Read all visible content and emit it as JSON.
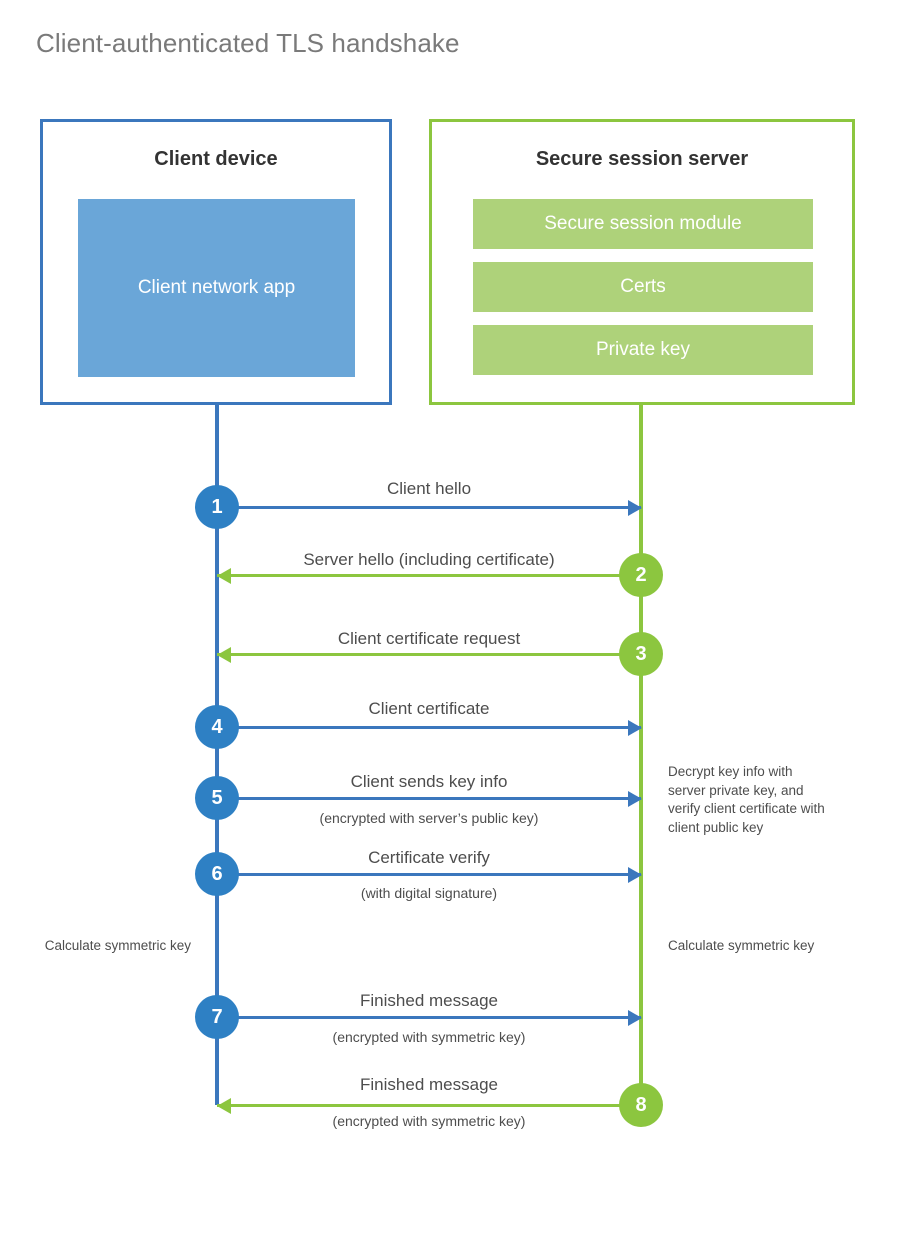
{
  "title": "Client-authenticated TLS handshake",
  "colors": {
    "client_border": "#3b77bd",
    "client_fill": "#6aa6d8",
    "client_circle": "#2e80c4",
    "server_border": "#8cc63f",
    "server_fill": "#aed27a",
    "server_circle": "#8cc63f",
    "title_text": "#7a7a7a",
    "body_text": "#4d4d4d",
    "heading_text": "#333333",
    "background": "#ffffff"
  },
  "client": {
    "title": "Client device",
    "app_label": "Client network app"
  },
  "server": {
    "title": "Secure session server",
    "blocks": [
      {
        "label": "Secure session module"
      },
      {
        "label": "Certs"
      },
      {
        "label": "Private key"
      }
    ]
  },
  "messages": [
    {
      "number": "1",
      "label": "Client hello",
      "sublabel": "",
      "direction": "to-server",
      "origin": "client"
    },
    {
      "number": "2",
      "label": "Server hello (including certificate)",
      "sublabel": "",
      "direction": "to-client",
      "origin": "server"
    },
    {
      "number": "3",
      "label": "Client certificate request",
      "sublabel": "",
      "direction": "to-client",
      "origin": "server"
    },
    {
      "number": "4",
      "label": "Client certificate",
      "sublabel": "",
      "direction": "to-server",
      "origin": "client"
    },
    {
      "number": "5",
      "label": "Client sends key info",
      "sublabel": "(encrypted with server’s public key)",
      "direction": "to-server",
      "origin": "client"
    },
    {
      "number": "6",
      "label": "Certificate verify",
      "sublabel": "(with digital signature)",
      "direction": "to-server",
      "origin": "client"
    },
    {
      "number": "7",
      "label": "Finished message",
      "sublabel": "(encrypted with symmetric key)",
      "direction": "to-server",
      "origin": "client"
    },
    {
      "number": "8",
      "label": "Finished message",
      "sublabel": "(encrypted with symmetric key)",
      "direction": "to-client",
      "origin": "server"
    }
  ],
  "annotations": [
    {
      "id": "server-decrypt-note",
      "side": "right",
      "text": "Decrypt key info with server private key, and verify client certificate with client public key"
    },
    {
      "id": "client-calc-note",
      "side": "left",
      "text": "Calculate symmetric key"
    },
    {
      "id": "server-calc-note",
      "side": "right",
      "text": "Calculate symmetric key"
    }
  ]
}
